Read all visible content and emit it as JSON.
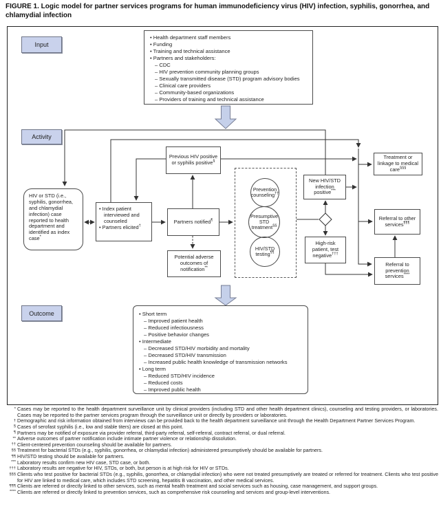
{
  "title": "FIGURE 1. Logic model for partner services programs for human immunodeficiency virus (HIV) infection, syphilis, gonorrhea, and chlamydial infection",
  "labels": {
    "input": "Input",
    "activity": "Activity",
    "outcome": "Outcome"
  },
  "colors": {
    "section_label_fill": "#c9d2ec",
    "section_label_border": "#6e7486",
    "block_arrow_fill": "#c5d0ea",
    "block_arrow_border": "#767d94",
    "line_color": "#333333"
  },
  "input_box": {
    "lines": [
      "• Health department staff members",
      "• Funding",
      "• Training and technical assistance",
      "• Partners and stakeholders:",
      "– CDC",
      "– HIV prevention community planning groups",
      "– Sexually transmitted disease (STD) program advisory bodies",
      "– Clinical care providers",
      "– Community-based organizations",
      "– Providers of training and technical assistance"
    ]
  },
  "outcome_box": {
    "lines": [
      "• Short term",
      "– Improved patient health",
      "– Reduced infectiousness",
      "– Positive behavior changes",
      "• Intermediate",
      "– Decreased STD/HIV morbidity and mortality",
      "– Decreased STD/HIV transmission",
      "– Increased public health knowledge of transmission networks",
      "• Long term",
      "– Reduced STD/HIV incidence",
      "– Reduced costs",
      "– Improved public health"
    ]
  },
  "nodes": {
    "index_case": {
      "text": "HIV or STD (i.e., syphilis, gonorrhea, and chlamydial infection) case reported to health department and identified as index case",
      "sup": "*"
    },
    "interview_item1": {
      "text": "• Index patient interviewed and counseled",
      "sup": ""
    },
    "interview_item2": {
      "text": "• Partners elicited",
      "sup": "†"
    },
    "previous_positive": {
      "text": "Previous HIV positive or syphilis positive",
      "sup": "§"
    },
    "partners_notified": {
      "text": "Partners notified",
      "sup": "¶"
    },
    "adverse_outcomes": {
      "text": "Potential adverse outcomes of notification",
      "sup": "**"
    },
    "prevention_counseling": {
      "text": "Prevention counseling",
      "sup": "††"
    },
    "presumptive_treatment": {
      "text": "Presumptive STD treatment",
      "sup": "§§"
    },
    "hiv_std_testing": {
      "text": "HIV/STD testing",
      "sup": "¶¶"
    },
    "new_infection": {
      "text": "New HIV/STD infection positive",
      "sup": "***"
    },
    "high_risk_negative": {
      "text": "High-risk patient, test negative",
      "sup": "†††"
    },
    "treatment_linkage": {
      "text": "Treatment or linkage to medical care",
      "sup": "§§§"
    },
    "referral_other": {
      "text": "Referral to other services",
      "sup": "¶¶¶"
    },
    "referral_prevention": {
      "text": "Referral to prevention services",
      "sup": "****"
    }
  },
  "footnotes": [
    {
      "sym": "*",
      "text": "Cases may be reported to the health department surveillance unit by clinical providers (including STD and other health department clinics), counseling and testing providers, or laboratories. Cases may be reported to the partner services program through the surveillance unit or directly by providers or laboratories."
    },
    {
      "sym": "†",
      "text": "Demographic and risk information obtained from interviews can be provided back to the health department surveillance unit through the Health Department Partner Services Program."
    },
    {
      "sym": "§",
      "text": "Cases of serofast syphilis (i.e., low and stable titers) are closed at this point."
    },
    {
      "sym": "¶",
      "text": "Partners may be notified of exposure via provider referral, third-party referral, self-referral, contract referral, or dual referral."
    },
    {
      "sym": "**",
      "text": "Adverse outcomes of partner notification include intimate partner violence or relationship dissolution."
    },
    {
      "sym": "††",
      "text": "Client-centered prevention counseling should be available for partners."
    },
    {
      "sym": "§§",
      "text": "Treatment for bacterial STDs (e.g., syphilis, gonorrhea, or chlamydial infection) administered presumptively should be available for partners."
    },
    {
      "sym": "¶¶",
      "text": "HIV/STD testing should be available for partners."
    },
    {
      "sym": "***",
      "text": "Laboratory results confirm new HIV case, STD case, or both."
    },
    {
      "sym": "†††",
      "text": "Laboratory results are negative for HIV, STDs, or both, but person is at high risk for HIV or STDs."
    },
    {
      "sym": "§§§",
      "text": "Clients who test positive for bacterial STDs (e.g., syphilis, gonorrhea, or chlamydial infection) who were not treated presumptively are treated or referred for treatment. Clients who test positive for HIV are linked to medical care, which includes STD screening, hepatitis B vaccination, and other medical services."
    },
    {
      "sym": "¶¶¶",
      "text": "Clients are referred or directly linked to other services, such as mental health treatment and social services such as housing, case management, and support groups."
    },
    {
      "sym": "****",
      "text": "Clients are referred or directly linked to prevention services, such as comprehensive risk counseling and services and group-level interventions."
    }
  ]
}
